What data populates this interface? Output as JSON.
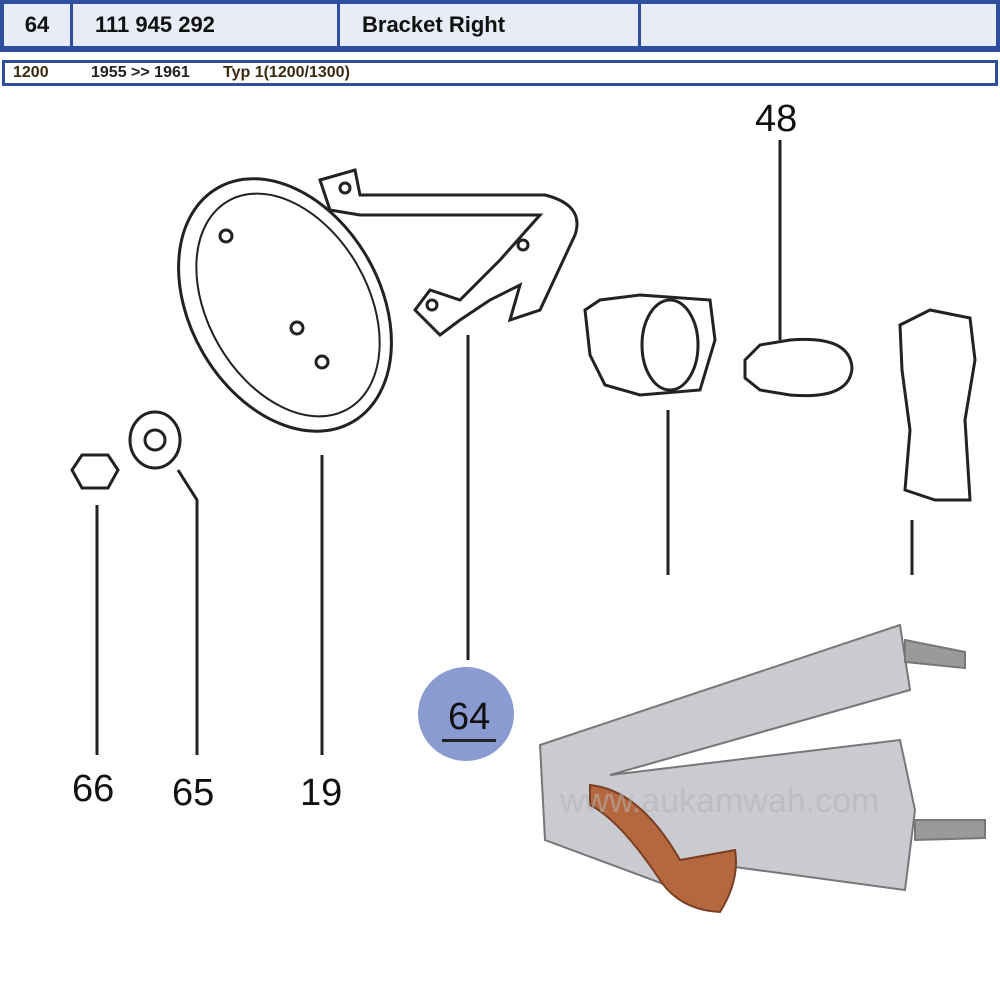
{
  "header": {
    "position": "64",
    "part_number": "111 945 292",
    "description": "Bracket Right",
    "extra": ""
  },
  "subheader": {
    "model": "1200",
    "years": "1955 >> 1961",
    "type": "Typ 1(1200/1300)"
  },
  "diagram": {
    "callouts": [
      "48",
      "66",
      "65",
      "19",
      "64"
    ],
    "highlighted": "64",
    "watermark": "www.aukamwah.com"
  },
  "colors": {
    "header_blue": "#2f4f9e",
    "cell_bg": "#e8ecf6",
    "highlight": "#8a9bd2",
    "copper": "#b5683f"
  }
}
